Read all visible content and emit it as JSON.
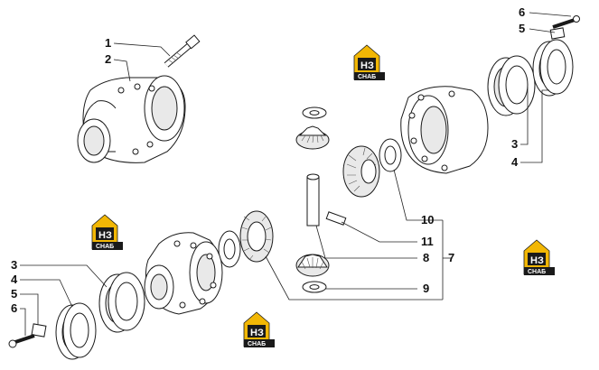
{
  "callouts": {
    "left_top": [
      "1",
      "2"
    ],
    "right_top": [
      "6",
      "5",
      "3",
      "4"
    ],
    "center": [
      "10",
      "11",
      "8",
      "7",
      "9"
    ],
    "left_bottom": [
      "3",
      "4",
      "5",
      "6"
    ]
  },
  "logo": {
    "monogram": "НЗ",
    "caption": "СНАБ",
    "colors": {
      "accent": "#f2b705",
      "dark": "#1a1a1a"
    }
  }
}
